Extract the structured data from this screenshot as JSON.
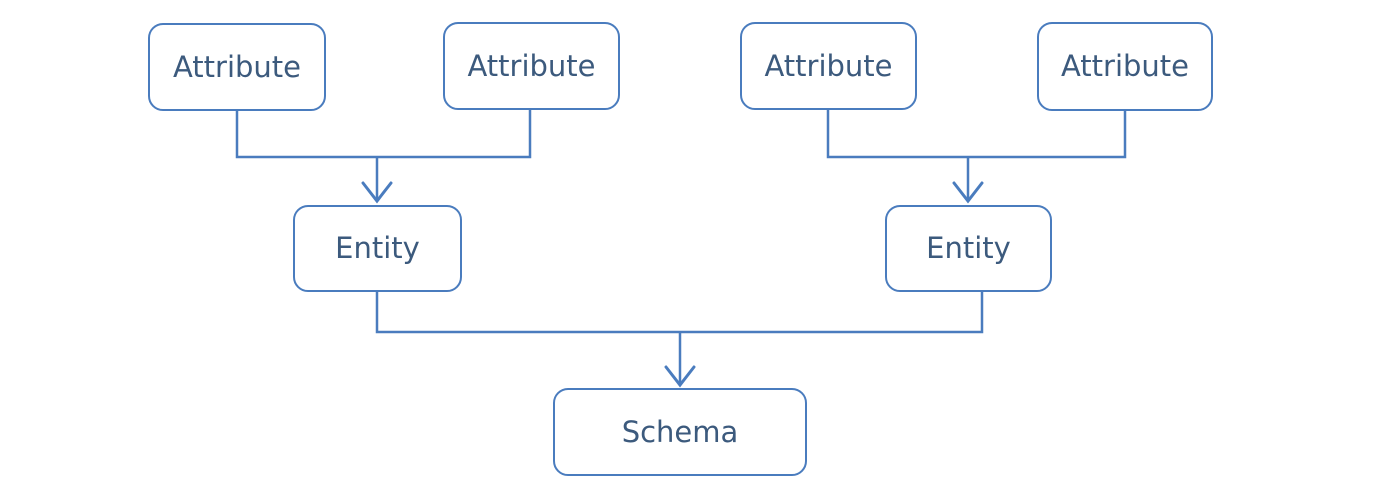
{
  "diagram": {
    "type": "flowchart",
    "nodes": {
      "attribute1": {
        "label": "Attribute"
      },
      "attribute2": {
        "label": "Attribute"
      },
      "attribute3": {
        "label": "Attribute"
      },
      "attribute4": {
        "label": "Attribute"
      },
      "entity1": {
        "label": "Entity"
      },
      "entity2": {
        "label": "Entity"
      },
      "schema": {
        "label": "Schema"
      }
    },
    "edges": [
      {
        "from": "attribute1",
        "to": "entity1"
      },
      {
        "from": "attribute2",
        "to": "entity1"
      },
      {
        "from": "attribute3",
        "to": "entity2"
      },
      {
        "from": "attribute4",
        "to": "entity2"
      },
      {
        "from": "entity1",
        "to": "schema"
      },
      {
        "from": "entity2",
        "to": "schema"
      }
    ]
  },
  "colors": {
    "line": "#4a7cbe",
    "text": "#3c5a7d",
    "node_fill": "#ffffff",
    "background": "#ffffff"
  }
}
